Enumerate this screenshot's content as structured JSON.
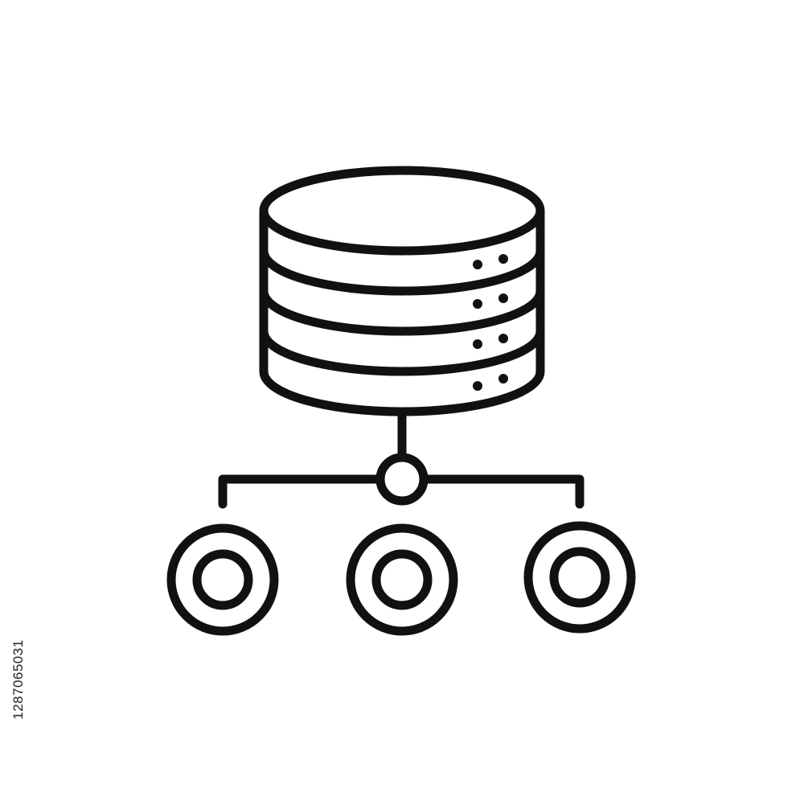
{
  "icon": {
    "name": "database-network-icon",
    "stroke_color": "#111111",
    "background_color": "#ffffff",
    "disk_layers": 5,
    "indicator_dots_per_layer": 2,
    "child_nodes": 3
  },
  "watermark": {
    "stock_id": "1287065031"
  }
}
